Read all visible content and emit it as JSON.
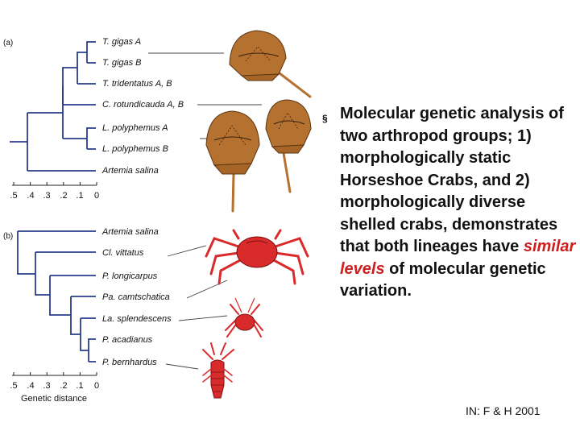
{
  "figure": {
    "panel_a": {
      "label": "(a)",
      "taxa": [
        "T. gigas A",
        "T. gigas B",
        "T. tridentatus A, B",
        "C. rotundicauda A, B",
        "L. polyphemus A",
        "L. polyphemus B",
        "Artemia salina"
      ],
      "axis_ticks": [
        ".5",
        ".4",
        ".3",
        ".2",
        ".1",
        "0"
      ]
    },
    "panel_b": {
      "label": "(b)",
      "taxa": [
        "Artemia salina",
        "Cl. vittatus",
        "P. longicarpus",
        "Pa. camtschatica",
        "La. splendescens",
        "P. acadianus",
        "P. bernhardus"
      ],
      "axis_ticks": [
        ".5",
        ".4",
        ".3",
        ".2",
        ".1",
        "0"
      ],
      "axis_title": "Genetic distance"
    },
    "colors": {
      "tree": "#2a3c8a",
      "horseshoe": "#b5712f",
      "crab": "#d92b2b"
    }
  },
  "text": {
    "bullet_symbol": "§",
    "parts": [
      "Molecular genetic analysis of two arthropod groups; 1) morphologically static Horseshoe Crabs, and 2) morphologically diverse shelled crabs, demonstrates that both lineages have ",
      "similar levels",
      " of molecular genetic variation."
    ],
    "highlight_color": "#cc1f1f"
  },
  "citation": "IN: F & H 2001"
}
